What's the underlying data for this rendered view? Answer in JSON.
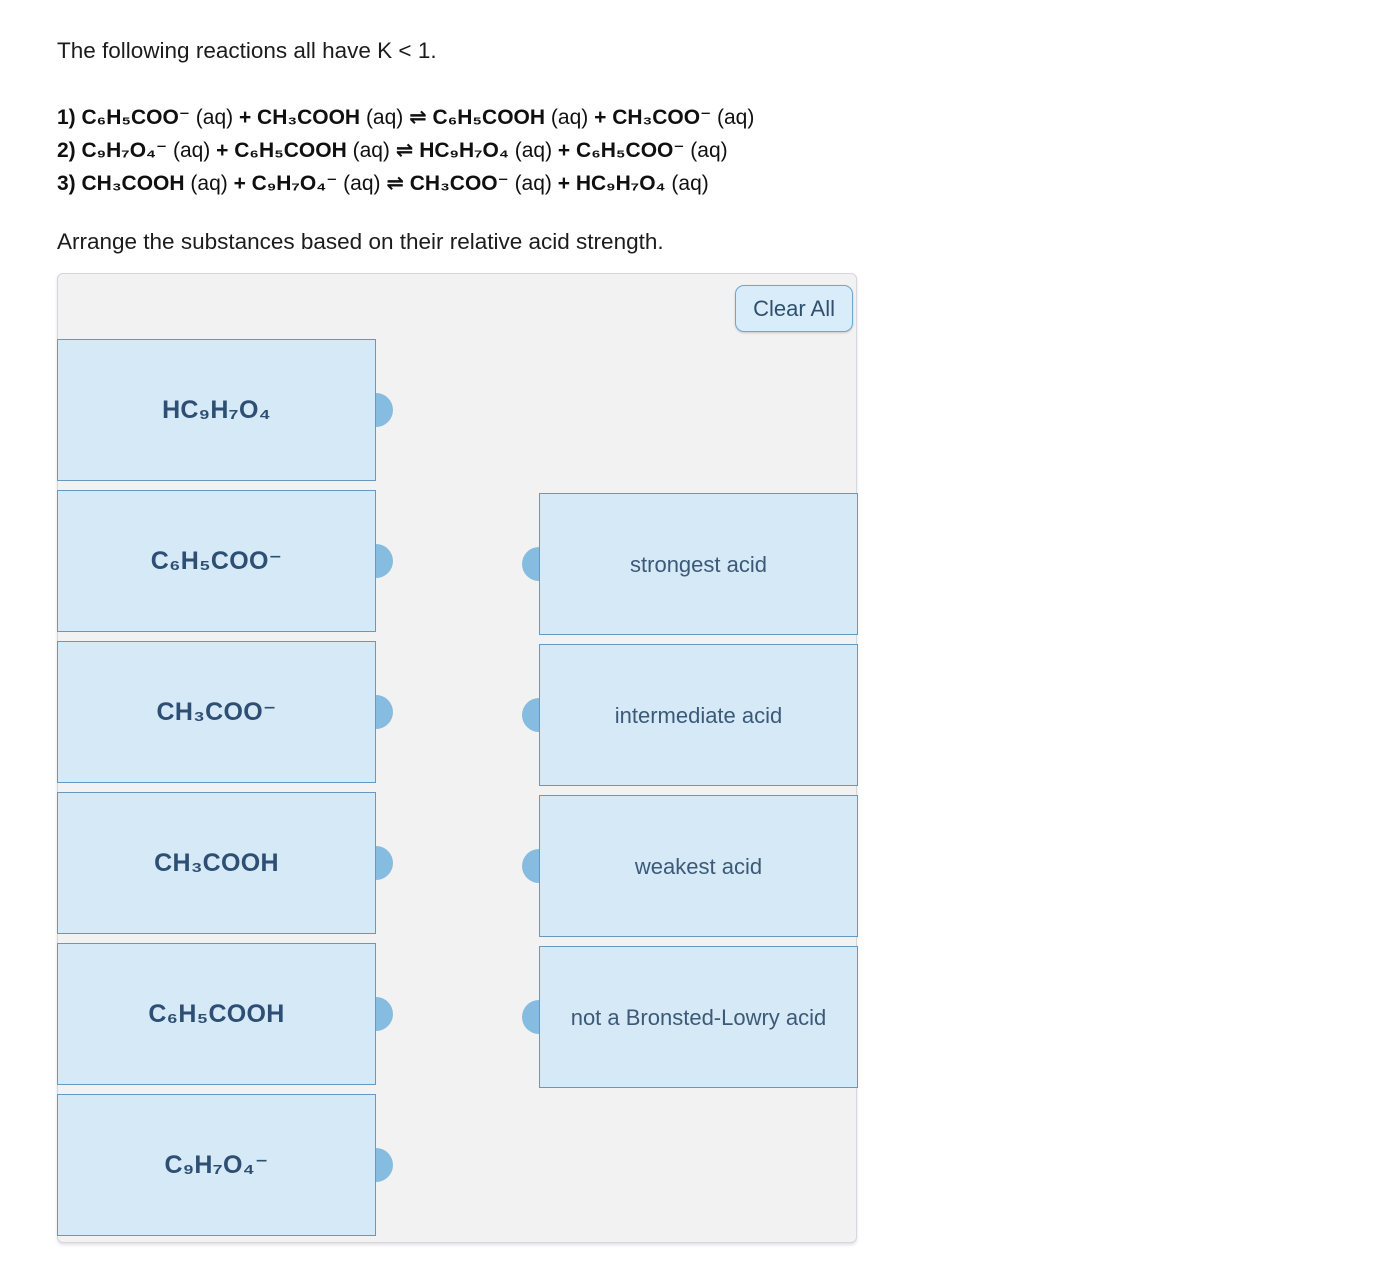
{
  "intro": "The following reactions all have K < 1.",
  "reactions": [
    "1) C₆H₅COO⁻ (aq) + CH₃COOH (aq) ⇌ C₆H₅COOH (aq) + CH₃COO⁻ (aq)",
    "2) C₉H₇O₄⁻ (aq) + C₆H₅COOH (aq) ⇌ HC₉H₇O₄ (aq) + C₆H₅COO⁻ (aq)",
    "3) CH₃COOH (aq) + C₉H₇O₄⁻ (aq) ⇌ CH₃COO⁻ (aq) + HC₉H₇O₄ (aq)"
  ],
  "prompt": "Arrange the substances based on their relative acid strength.",
  "panel": {
    "clear_all_label": "Clear All",
    "cards": [
      "HC₉H₇O₄",
      "C₆H₅COO⁻",
      "CH₃COO⁻",
      "CH₃COOH",
      "C₆H₅COOH",
      "C₉H₇O₄⁻"
    ],
    "targets": [
      "strongest acid",
      "intermediate acid",
      "weakest acid",
      "not a Bronsted-Lowry acid"
    ]
  },
  "colors": {
    "card_bg": "#d6e9f6",
    "card_border": "#6699c2",
    "connector": "#85bcdf",
    "panel_bg": "#f2f2f3",
    "panel_border": "#d4d7dc",
    "text_dark": "#2d4f74",
    "target_text": "#3c5a77",
    "button_bg": "#d9ecf9",
    "button_border": "#70a7cf",
    "button_text": "#31506e"
  }
}
